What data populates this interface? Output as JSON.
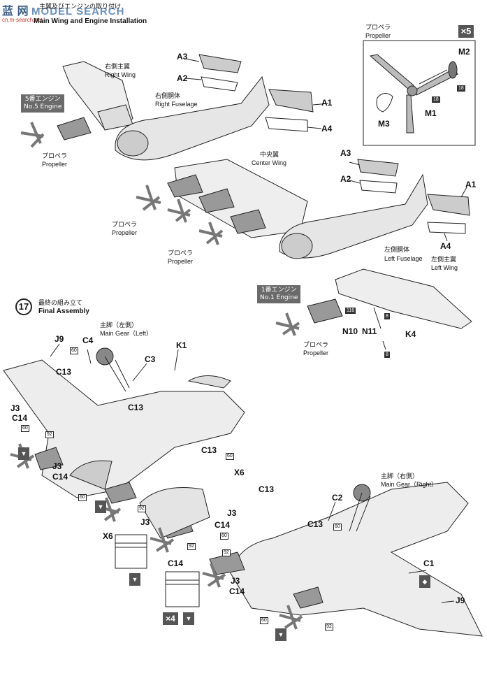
{
  "watermark": {
    "cn": "蓝 网",
    "en": "MODEL SEARCH",
    "url": "cn.m-search.net"
  },
  "step16": {
    "title_jp": "主翼及びエンジンの取り付け",
    "title_en": "Main Wing and Engine Installation"
  },
  "propeller_inset": {
    "label_jp": "プロペラ",
    "label_en": "Propeller",
    "multiplier": "×5",
    "parts": [
      "M2",
      "M1",
      "M3"
    ],
    "tags": [
      "18",
      "18"
    ]
  },
  "step16_labels": {
    "right_wing_jp": "右側主翼",
    "right_wing_en": "Right Wing",
    "right_fuselage_jp": "右側胴体",
    "right_fuselage_en": "Right Fuselage",
    "engine5_jp": "5番エンジン",
    "engine5_en": "No.5 Engine",
    "propeller_jp": "プロペラ",
    "propeller_en": "Propeller",
    "center_wing_jp": "中央翼",
    "center_wing_en": "Center Wing",
    "left_fuselage_jp": "左側胴体",
    "left_fuselage_en": "Left Fuselage",
    "left_wing_jp": "左側主翼",
    "left_wing_en": "Left Wing",
    "engine1_jp": "1番エンジン",
    "engine1_en": "No.1 Engine",
    "a1": "A1",
    "a2": "A2",
    "a3": "A3",
    "a4": "A4",
    "n10": "N10",
    "n11": "N11",
    "k4": "K4",
    "tag116": "116",
    "tag8": "8"
  },
  "step17": {
    "number": "17",
    "title_jp": "最終の組み立て",
    "title_en": "Final Assembly"
  },
  "step17_labels": {
    "main_gear_left_jp": "主脚（左側）",
    "main_gear_left_en": "Main Gear（Left）",
    "main_gear_right_jp": "主脚（右側）",
    "main_gear_right_en": "Main Gear（Right）",
    "j9": "J9",
    "c4": "C4",
    "c13": "C13",
    "c3": "C3",
    "k1": "K1",
    "j3": "J3",
    "c14": "C14",
    "x6": "X6",
    "c2": "C2",
    "c1": "C1",
    "tag60": "60",
    "tag92": "92",
    "x4": "×4"
  }
}
